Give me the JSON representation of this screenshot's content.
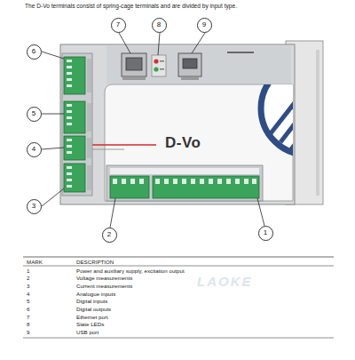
{
  "diagram": {
    "title": "The D-Vo terminals consist of spring-cage terminals and are divided by input type.",
    "nodes": [
      {
        "text": [
          "7"
        ]
      },
      {
        "text": [
          "8"
        ]
      },
      {
        "text": [
          "9"
        ]
      },
      {
        "text": [
          "6"
        ]
      },
      {
        "text": [
          "5"
        ]
      },
      {
        "text": [
          "4"
        ]
      },
      {
        "text": [
          "3"
        ]
      },
      {
        "text": [
          "2"
        ]
      },
      {
        "text": [
          "1"
        ]
      }
    ],
    "labels": [
      "D-Vo",
      "MARK",
      "DESCRIPTION",
      "1",
      "Power and auxiliary supply, excitation output",
      "2",
      "Voltage measurements",
      "3",
      "Current measurements",
      "4",
      "Analogue inputs",
      "5",
      "Digital inputs",
      "6",
      "Digital outputs",
      "7",
      "Ethernet port",
      "8",
      "State LEDs",
      "9",
      "USB port",
      "LAOKE"
    ]
  }
}
